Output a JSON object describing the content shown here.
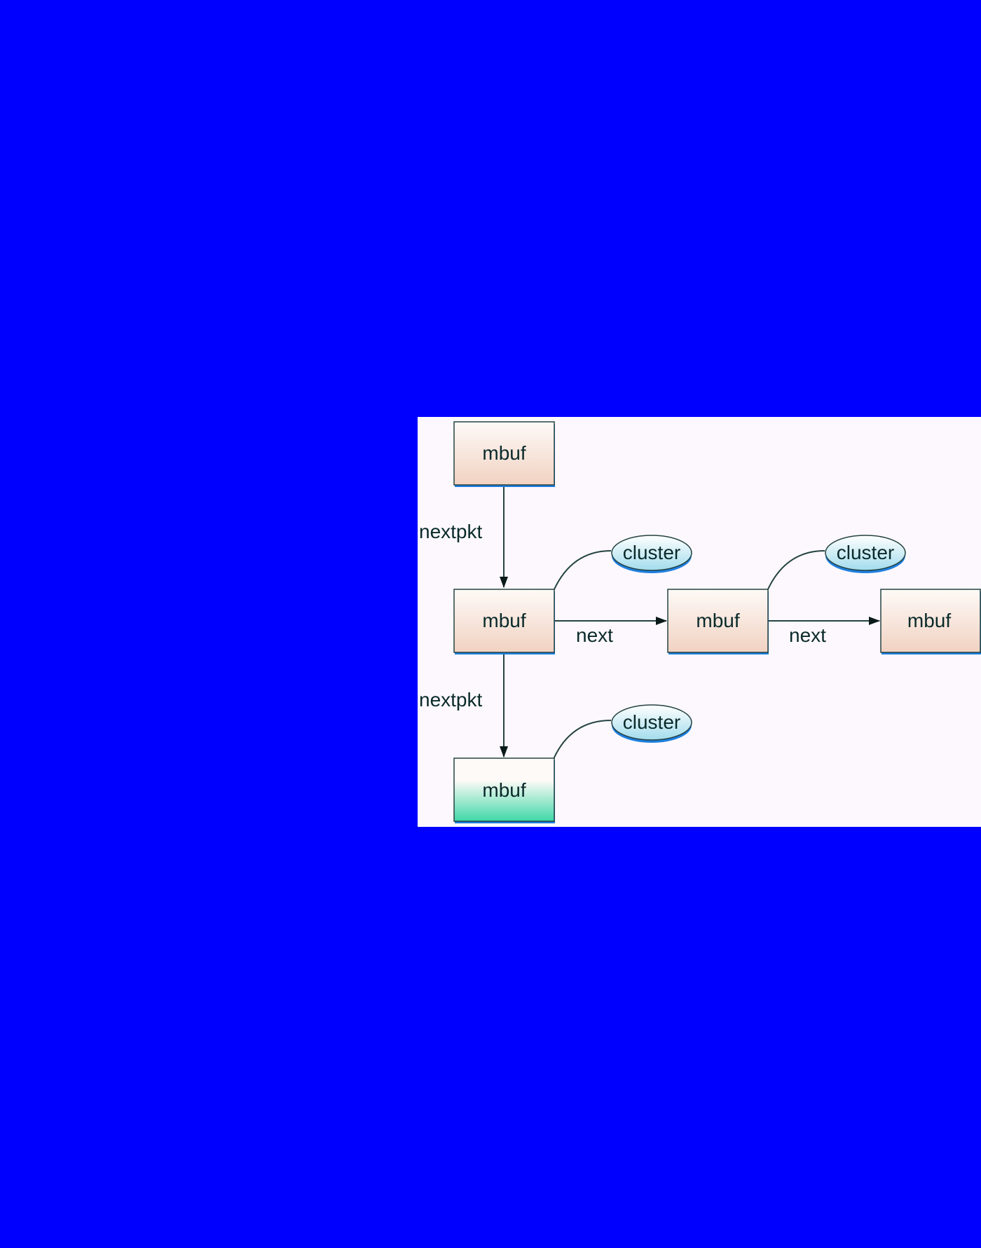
{
  "page": {
    "background_color": "#0000ff",
    "panel_color": "#fdf8fd"
  },
  "diagram": {
    "nodes": {
      "mbuf_top": {
        "label": "mbuf",
        "style": "mbuf"
      },
      "mbuf_mid": {
        "label": "mbuf",
        "style": "mbuf"
      },
      "mbuf_right1": {
        "label": "mbuf",
        "style": "mbuf"
      },
      "mbuf_right2": {
        "label": "mbuf",
        "style": "mbuf"
      },
      "mbuf_bottom": {
        "label": "mbuf",
        "style": "mbuf_last"
      },
      "cluster_mid": {
        "label": "cluster",
        "style": "cluster"
      },
      "cluster_right1": {
        "label": "cluster",
        "style": "cluster"
      },
      "cluster_bottom": {
        "label": "cluster",
        "style": "cluster"
      }
    },
    "edges": {
      "nextpkt_1": {
        "label": "nextpkt",
        "from": "mbuf_top",
        "to": "mbuf_mid"
      },
      "nextpkt_2": {
        "label": "nextpkt",
        "from": "mbuf_mid",
        "to": "mbuf_bottom"
      },
      "next_1": {
        "label": "next",
        "from": "mbuf_mid",
        "to": "mbuf_right1"
      },
      "next_2": {
        "label": "next",
        "from": "mbuf_right1",
        "to": "mbuf_right2"
      }
    },
    "colors": {
      "mbuf_top": "#fefaf7",
      "mbuf_bottom": "#f1d2c2",
      "mbuf_last_bottom": "#3fd7a7",
      "cluster_top": "#ffffff",
      "cluster_bottom": "#a2dcec",
      "shadow": "#1e7fe0",
      "stroke": "#244242"
    }
  }
}
